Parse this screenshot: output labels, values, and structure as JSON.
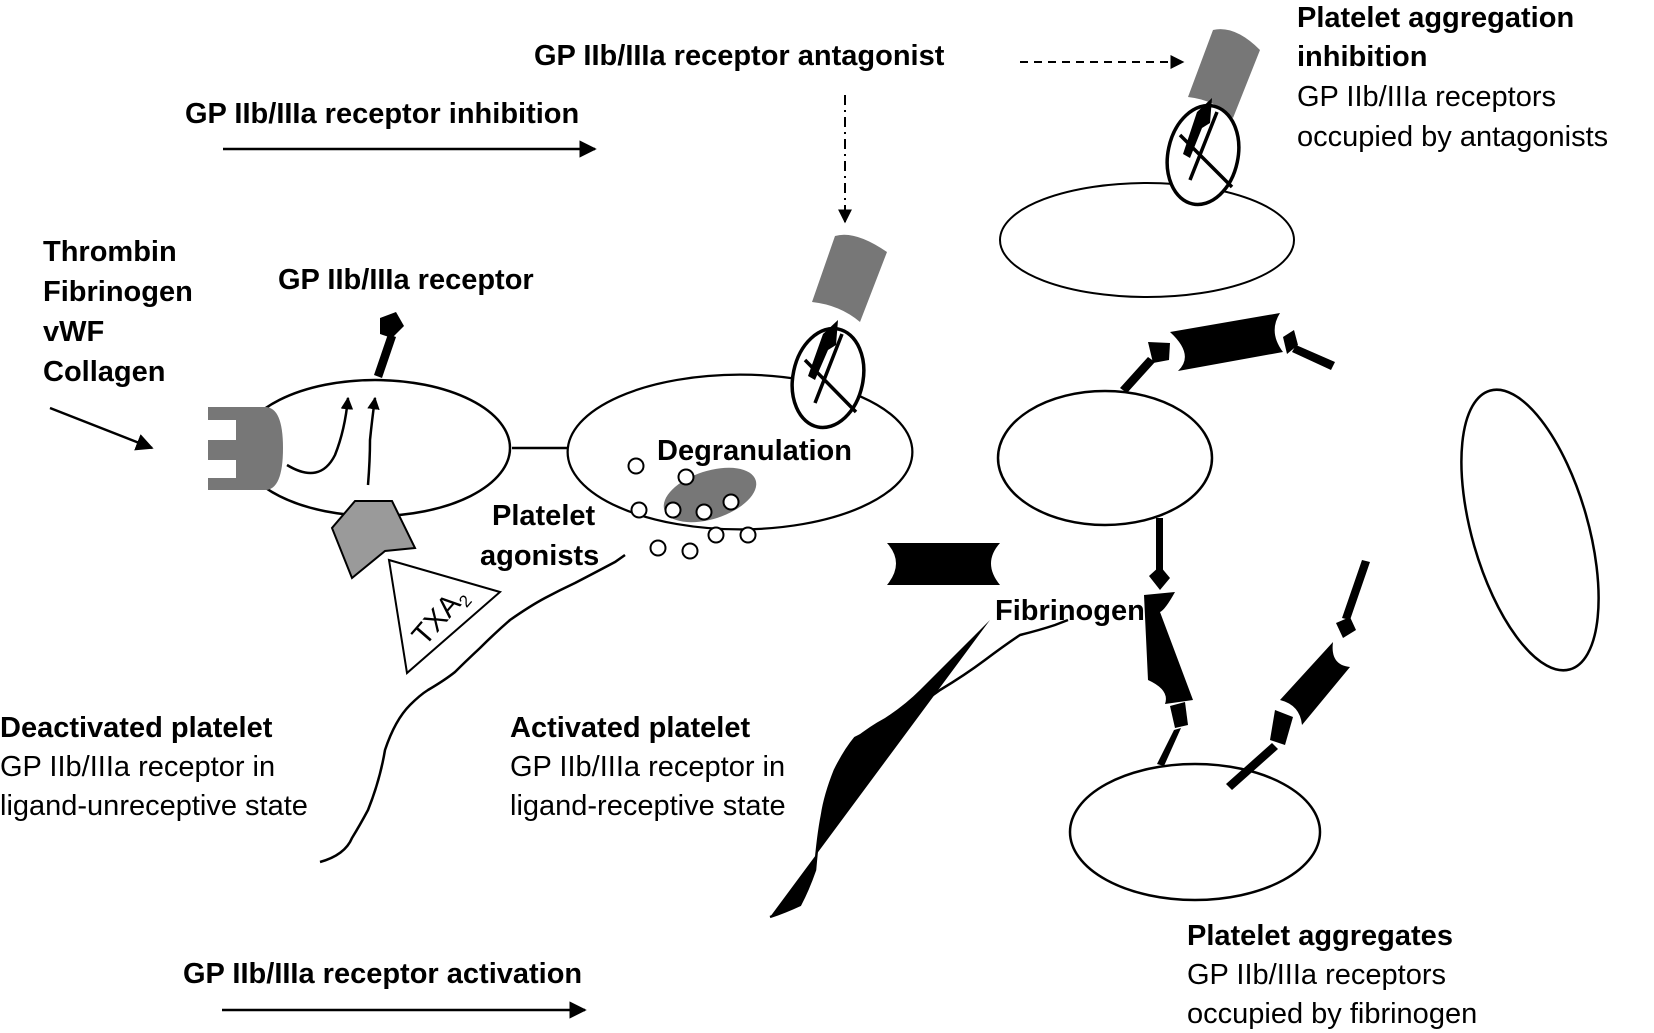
{
  "diagram": {
    "title_arrows": {
      "inhibition": "GP IIb/IIIa receptor inhibition",
      "activation": "GP IIb/IIIa receptor activation",
      "antagonist": "GP IIb/IIIa receptor antagonist"
    },
    "agonist_list": [
      "Thrombin",
      "Fibrinogen",
      "vWF",
      "Collagen"
    ],
    "labels": {
      "receptor": "GP IIb/IIIa receptor",
      "degranulation": "Degranulation",
      "platelet_agonists_line1": "Platelet",
      "platelet_agonists_line2": "agonists",
      "txa2_main": "TXA",
      "txa2_sub": "2",
      "fibrinogen": "Fibrinogen"
    },
    "captions": {
      "deactivated": {
        "title": "Deactivated platelet",
        "line1": "GP IIb/IIIa receptor in",
        "line2": "ligand-unreceptive state"
      },
      "activated": {
        "title": "Activated platelet",
        "line1": "GP IIb/IIIa receptor in",
        "line2": "ligand-receptive state"
      },
      "inhibition": {
        "title1": "Platelet aggregation",
        "title2": "inhibition",
        "line1": "GP IIb/IIIa receptors",
        "line2": "occupied by antagonists"
      },
      "aggregates": {
        "title": "Platelet aggregates",
        "line1": "GP IIb/IIIa receptors",
        "line2": "occupied by fibrinogen"
      }
    },
    "colors": {
      "ink": "#000000",
      "receptor_gray": "#777777",
      "agonist_receptor_gray": "#9a9a9a",
      "background": "#ffffff"
    }
  }
}
